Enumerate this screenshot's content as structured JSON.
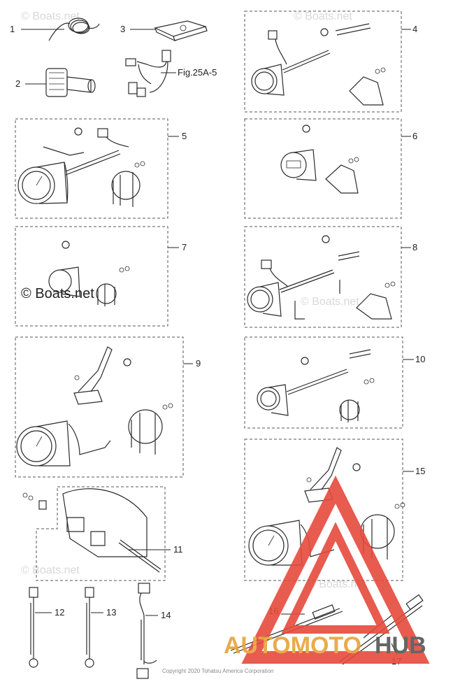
{
  "labels": {
    "p1": "1",
    "p2": "2",
    "p3": "3",
    "p4": "4",
    "p5": "5",
    "p6": "6",
    "p7": "7",
    "p8": "8",
    "p9": "9",
    "p10": "10",
    "p11": "11",
    "p12": "12",
    "p13": "13",
    "p14": "14",
    "p15": "15",
    "p16": "16",
    "p17": "17"
  },
  "figref": "Fig.25A-5",
  "watermark": "© Boats.net",
  "watermark_faint": "© Boats.net",
  "copyright": "Copyright 2020 Tohatsu America Corporation",
  "logo": {
    "part1": "AUTOMOTO",
    "part2": "HUB",
    "color_primary": "#e8a33a",
    "color_secondary": "#555555",
    "triangle_color": "#e64a3c"
  }
}
